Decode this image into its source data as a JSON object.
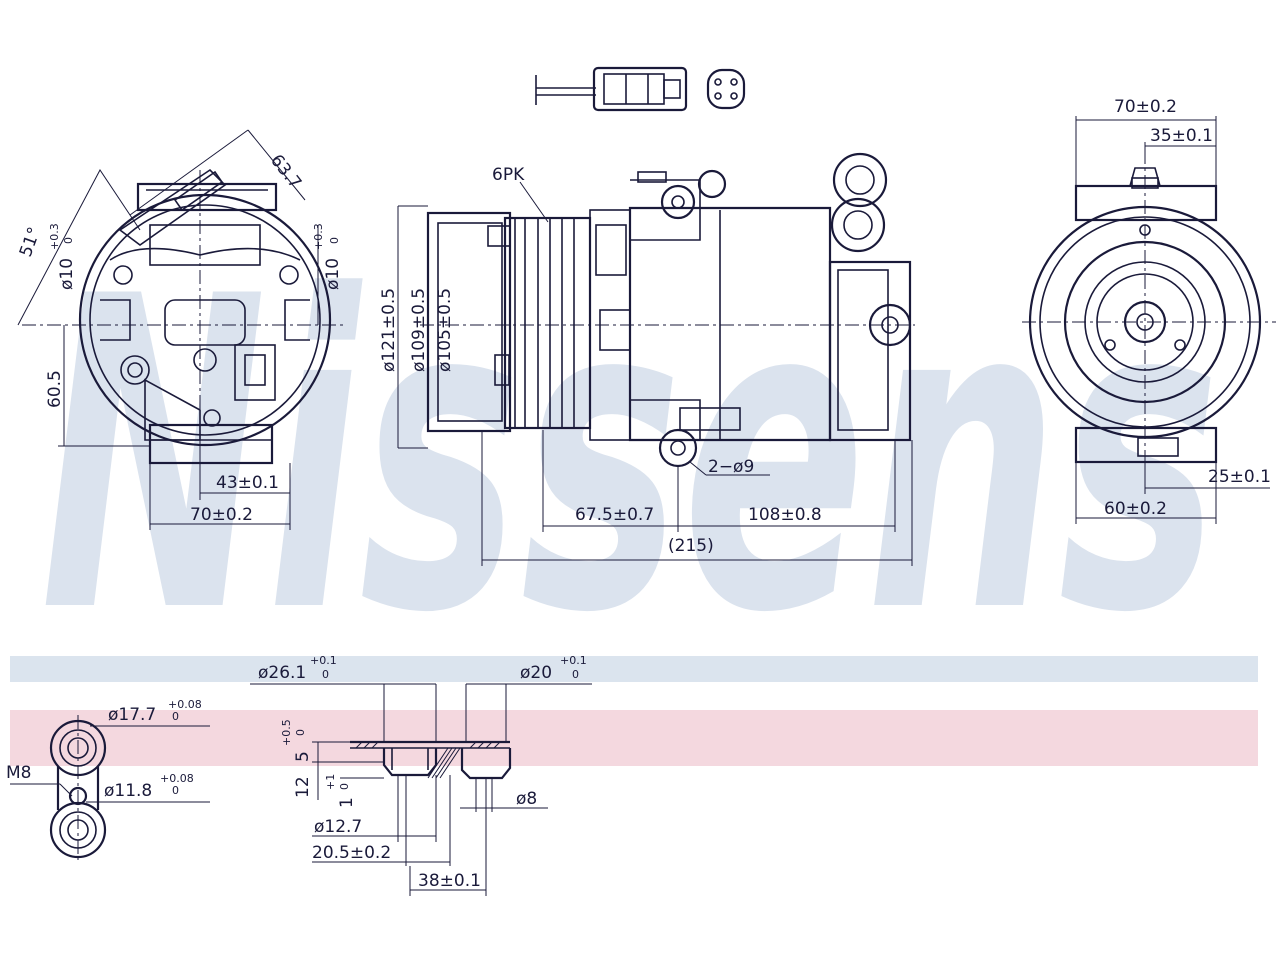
{
  "watermark": {
    "text": "Nissens",
    "color": "#dbe3ee"
  },
  "bands": {
    "blue": "#dbe4ee",
    "pink": "#f4d8df"
  },
  "front_view": {
    "dims": {
      "angle": "51°",
      "hole_left": "ø10",
      "hole_left_tol_top": "+0.3",
      "hole_left_tol_bot": "0",
      "slant": "63.7",
      "hole_right": "ø10",
      "hole_right_tol_top": "+0.3",
      "hole_right_tol_bot": "0",
      "height": "60.5",
      "offset": "43±0.1",
      "width": "70±0.2"
    }
  },
  "side_view": {
    "dims": {
      "belt": "6PK",
      "d1": "ø121±0.5",
      "d2": "ø109±0.5",
      "d3": "ø105±0.5",
      "holes": "2−ø9",
      "len1": "67.5±0.7",
      "len2": "108±0.8",
      "total": "(215)"
    }
  },
  "right_view": {
    "dims": {
      "width_top": "70±0.2",
      "half_top": "35±0.1",
      "bottom_offset": "25±0.1",
      "width_bottom": "60±0.2"
    }
  },
  "port_detail": {
    "dims": {
      "bore1": "ø17.7",
      "bore1_tol_top": "+0.08",
      "bore1_tol_bot": "0",
      "thread": "M8",
      "bore2": "ø11.8",
      "bore2_tol_top": "+0.08",
      "bore2_tol_bot": "0"
    }
  },
  "flange_detail": {
    "dims": {
      "d_large": "ø26.1",
      "d_large_tol_top": "+0.1",
      "d_large_tol_bot": "0",
      "d_small": "ø20",
      "d_small_tol_top": "+0.1",
      "d_small_tol_bot": "0",
      "depth1": "5",
      "depth1_tol_top": "+0.5",
      "depth1_tol_bot": "0",
      "depth2": "12",
      "depth3": "1",
      "depth3_tol_top": "+1",
      "depth3_tol_bot": "0",
      "d_pilot": "ø12.7",
      "d_hole": "ø8",
      "span1": "20.5±0.2",
      "span2": "38±0.1"
    }
  }
}
